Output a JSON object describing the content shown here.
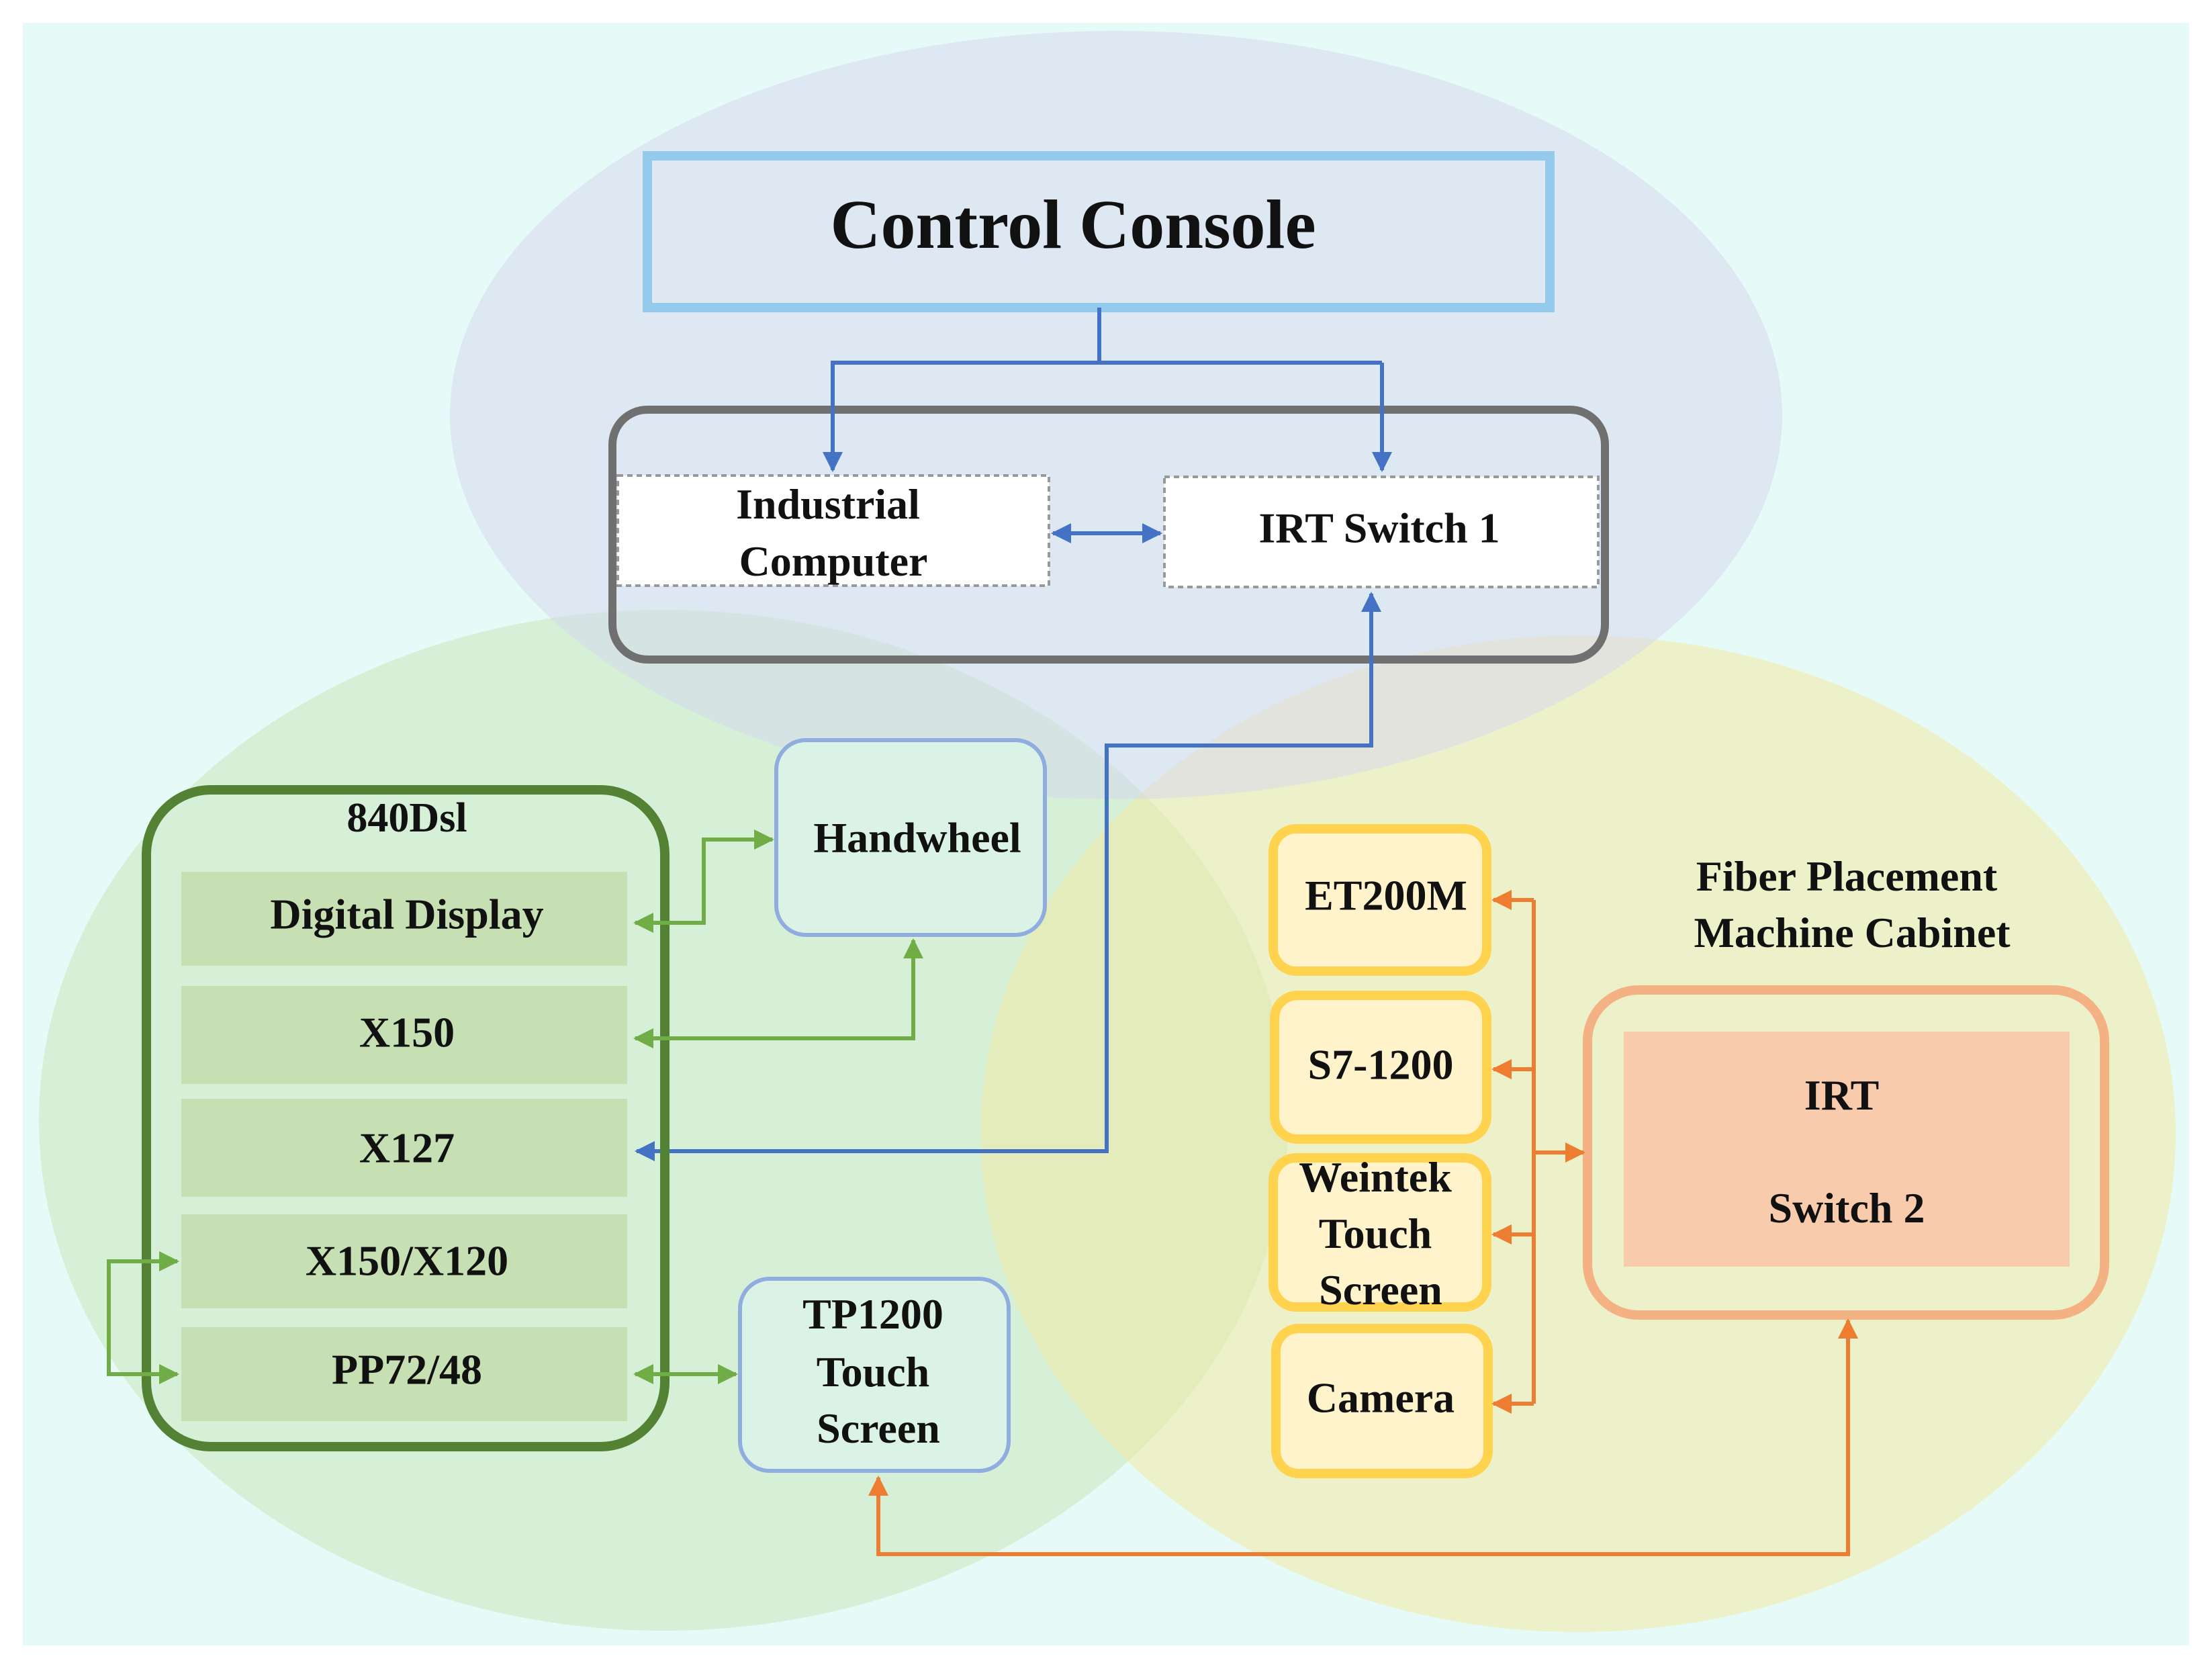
{
  "control_console": {
    "title": "Control Console",
    "industrial_computer": [
      "Industrial",
      "Computer"
    ],
    "irt_switch_1": "IRT Switch 1"
  },
  "nc_group": {
    "title": "840Dsl",
    "modules": [
      "Digital Display",
      "X150",
      "X127",
      "X150/X120",
      "PP72/48"
    ],
    "handwheel": "Handwheel",
    "tp1200": [
      "TP1200",
      "Touch",
      "Screen"
    ]
  },
  "cabinet_group": {
    "title": [
      "Fiber Placement",
      "Machine Cabinet"
    ],
    "devices": [
      [
        "ET200M"
      ],
      [
        "S7-1200"
      ],
      [
        "Weintek",
        "Touch",
        "Screen"
      ],
      [
        "Camera"
      ]
    ],
    "irt_switch_2": [
      "IRT",
      "Switch 2"
    ]
  },
  "colors": {
    "background": "#e6fbf7",
    "ellipse_top": "#d8dff0",
    "ellipse_left": "#dbefd6",
    "ellipse_right": "#f4f0be",
    "console_border": "#94caeb",
    "group_border": "#707070",
    "blue_arrow": "#4472c4",
    "green_arrow": "#70ad47",
    "orange_arrow": "#ed7d31",
    "nc_border": "#548235",
    "nc_module_fill": "#c6dfb3",
    "light_box_border": "#8fadde",
    "yellow_box_border": "#ffd34d",
    "yellow_box_fill": "#fff3cc",
    "irt2_border": "#f4b183",
    "irt2_fill": "#f8cbad"
  }
}
